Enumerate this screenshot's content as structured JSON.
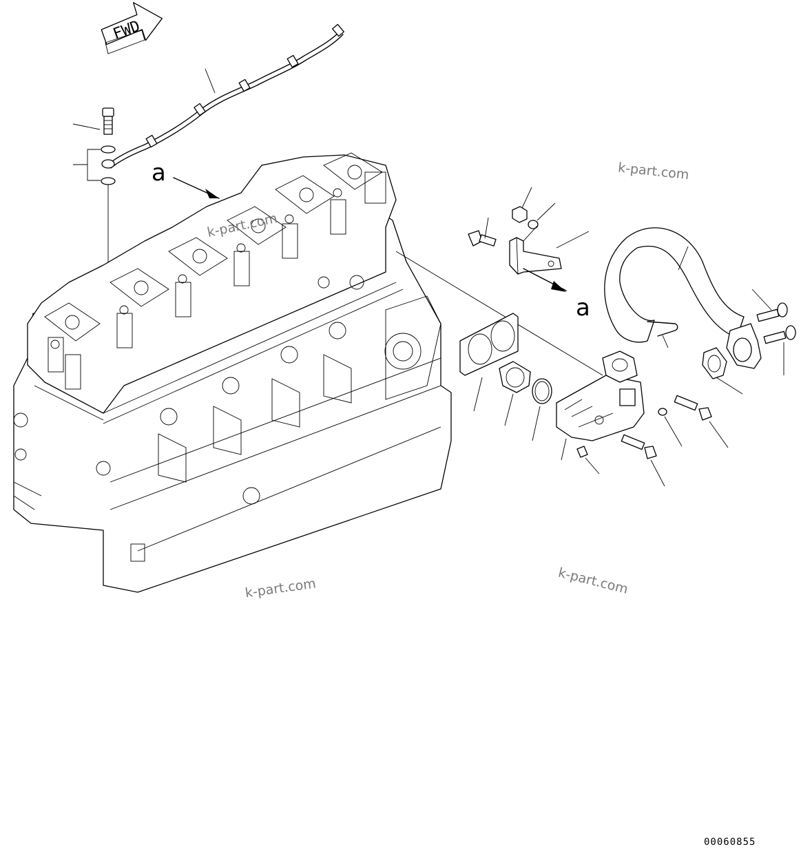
{
  "diagram": {
    "fwd_label": "FWD",
    "ref_letter_top": "a",
    "ref_letter_right": "a",
    "watermark_top_right": "k-part.com",
    "watermark_bottom_left": "k-part.com",
    "watermark_bottom_right": "k-part.com",
    "watermark_engine": "k-part.com",
    "document_number": "00060855"
  }
}
